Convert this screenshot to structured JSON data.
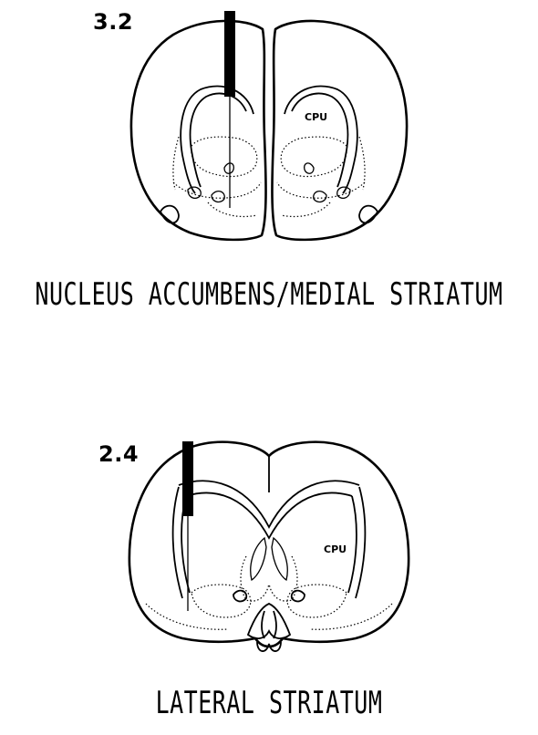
{
  "figure": {
    "sections": [
      {
        "id": "top",
        "level_label": "3.2",
        "structure_label": "CPU",
        "caption": "NUCLEUS ACCUMBENS/MEDIAL STRIATUM"
      },
      {
        "id": "bottom",
        "level_label": "2.4",
        "structure_label": "CPU",
        "caption": "LATERAL STRIATUM"
      }
    ]
  }
}
